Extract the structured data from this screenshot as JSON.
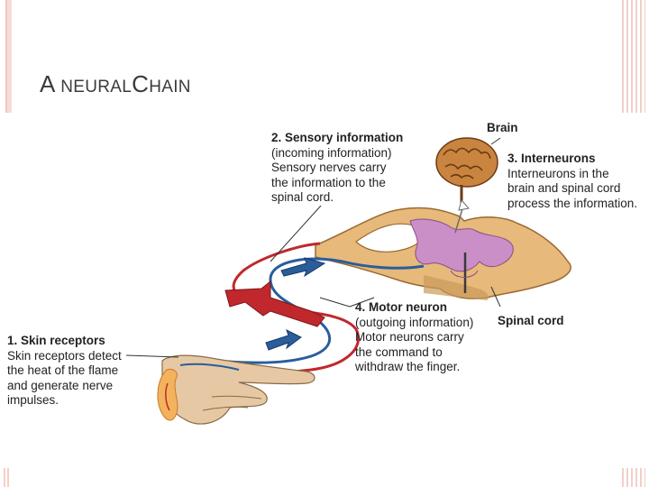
{
  "slide": {
    "title_part1_initial": "A",
    "title_part1_rest": " NEURAL",
    "title_part2_initial": "C",
    "title_part2_rest": "HAIN"
  },
  "diagram": {
    "labels": {
      "skin_receptors": {
        "heading": "1. Skin receptors",
        "lines": [
          "Skin receptors detect",
          "the heat of the flame",
          "and generate nerve",
          "impulses."
        ]
      },
      "sensory_information": {
        "heading": "2. Sensory information",
        "lines": [
          "(incoming information)",
          "Sensory nerves carry",
          "the information to the",
          "spinal cord."
        ]
      },
      "interneurons": {
        "heading": "3. Interneurons",
        "lines": [
          "Interneurons in the",
          "brain and spinal cord",
          "process the information."
        ]
      },
      "motor_neuron": {
        "heading": "4. Motor neuron",
        "lines": [
          "(outgoing information)",
          "Motor neurons carry",
          "the command to",
          "withdraw the finger."
        ]
      },
      "brain": "Brain",
      "spinal_cord": "Spinal cord"
    },
    "colors": {
      "sensory_nerve": "#c0282d",
      "motor_nerve": "#2a5d9c",
      "spinal_tissue": "#e7b97a",
      "grey_matter": "#c98fc6",
      "brain": "#b9672b"
    }
  }
}
